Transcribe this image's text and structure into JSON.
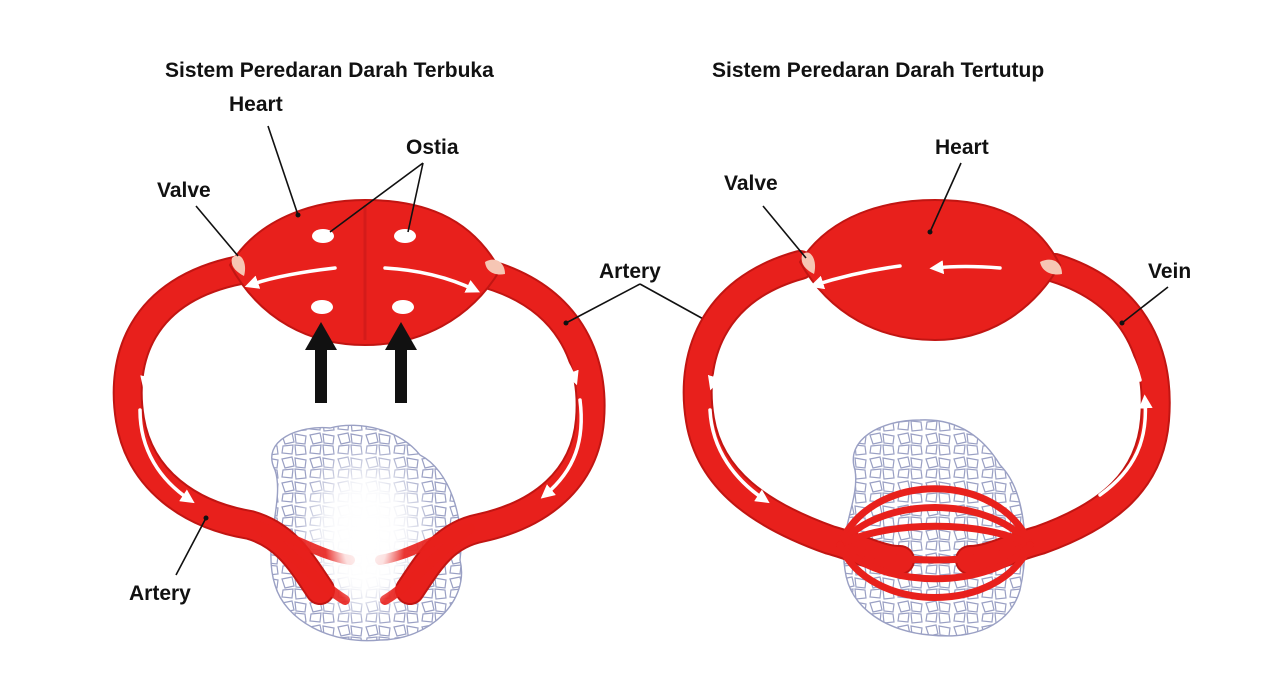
{
  "colors": {
    "vessel": "#e8201c",
    "vessel_dark": "#c11512",
    "valve": "#f6c6b4",
    "cell_outline": "#9aa0c4",
    "arrow": "#111111"
  },
  "open_system": {
    "title": "Sistem Peredaran Darah Terbuka",
    "labels": {
      "heart": "Heart",
      "ostia": "Ostia",
      "valve": "Valve",
      "artery_lower": "Artery"
    }
  },
  "closed_system": {
    "title": "Sistem Peredaran Darah Tertutup",
    "labels": {
      "heart": "Heart",
      "valve": "Valve",
      "vein": "Vein"
    }
  },
  "shared_labels": {
    "artery": "Artery"
  }
}
